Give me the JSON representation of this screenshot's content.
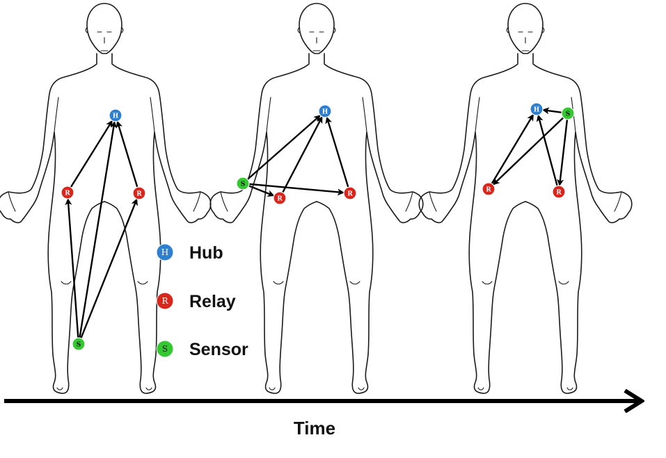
{
  "legend": {
    "hub": {
      "letter": "H",
      "label": "Hub",
      "color": "#2f7fd1"
    },
    "relay": {
      "letter": "R",
      "label": "Relay",
      "color": "#d8261c"
    },
    "sensor": {
      "letter": "S",
      "label": "Sensor",
      "color": "#35c832"
    }
  },
  "time_axis": {
    "label": "Time"
  },
  "panels": [
    {
      "name": "panel-1",
      "nodes": [
        {
          "id": "H",
          "type": "hub",
          "letter": "H"
        },
        {
          "id": "R1",
          "type": "relay",
          "letter": "R"
        },
        {
          "id": "R2",
          "type": "relay",
          "letter": "R"
        },
        {
          "id": "S",
          "type": "sensor",
          "letter": "S"
        }
      ],
      "edges": [
        [
          "R1",
          "H"
        ],
        [
          "R2",
          "H"
        ],
        [
          "S",
          "R1"
        ],
        [
          "S",
          "R2"
        ],
        [
          "S",
          "H"
        ]
      ]
    },
    {
      "name": "panel-2",
      "nodes": [
        {
          "id": "H",
          "type": "hub",
          "letter": "H"
        },
        {
          "id": "S",
          "type": "sensor",
          "letter": "S"
        },
        {
          "id": "R1",
          "type": "relay",
          "letter": "R"
        },
        {
          "id": "R2",
          "type": "relay",
          "letter": "R"
        }
      ],
      "edges": [
        [
          "S",
          "H"
        ],
        [
          "S",
          "R1"
        ],
        [
          "S",
          "R2"
        ],
        [
          "R1",
          "H"
        ],
        [
          "R2",
          "H"
        ]
      ]
    },
    {
      "name": "panel-3",
      "nodes": [
        {
          "id": "H",
          "type": "hub",
          "letter": "H"
        },
        {
          "id": "S",
          "type": "sensor",
          "letter": "S"
        },
        {
          "id": "R1",
          "type": "relay",
          "letter": "R"
        },
        {
          "id": "R2",
          "type": "relay",
          "letter": "R"
        }
      ],
      "edges": [
        [
          "S",
          "H"
        ],
        [
          "S",
          "R1"
        ],
        [
          "S",
          "R2"
        ],
        [
          "R1",
          "H"
        ],
        [
          "R2",
          "H"
        ]
      ]
    }
  ]
}
